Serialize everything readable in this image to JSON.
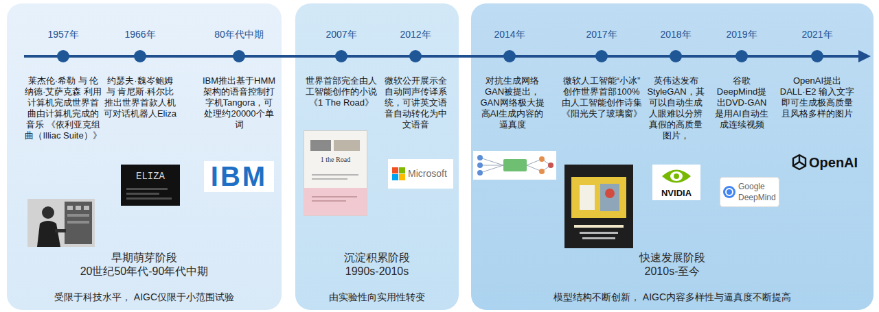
{
  "diagram": {
    "nodes": [
      {
        "text": [
          "早期萌芽阶段",
          "20世纪50年代-90年代中期",
          "受限于科技水平， AIGC仅限于小范围试验"
        ]
      },
      {
        "text": [
          "沉淀积累阶段",
          "1990s-2010s",
          "由实验性向实用性转变"
        ]
      },
      {
        "text": [
          "快速发展阶段",
          "2010s-至今",
          "模型结构不断创新， AIGC内容多样性与逼真度不断提高"
        ]
      }
    ],
    "labels": [
      "1957年",
      "莱杰伦·希勒 与 伦纳德·艾萨克森 利用计算机完成世界首曲由计算机完成的音乐 《依利亚克组曲（Illiac Suite）》",
      "1966年",
      "约瑟夫·魏岑鲍姆 与 肯尼斯·科尔比 推出世界首款人机可对话机器人Eliza",
      "ELIZA",
      "80年代中期",
      "IBM推出基于HMM架构的语音控制打字机Tangora，可处理约20000个单词",
      "IBM",
      "2007年",
      "世界首部完全由人工智能创作的小说《1 The Road》",
      "1 the Road",
      "2012年",
      "微软公开展示全自动同声传译系统，可讲英文语音自动转化为中文语音",
      "Microsoft",
      "2014年",
      "对抗生成网络GAN被提出，GAN网络极大提高AI生成内容的逼真度",
      "2017年",
      "微软人工智能“小冰”创作世界首部100%由人工智能创作诗集《阳光失了玻璃窗》",
      "2018年",
      "英伟达发布StyleGAN，其可以自动生成人眼难以分辨真假的高质量图片，",
      "NVIDIA",
      "2019年",
      "谷歌DeepMind提出DVD-GAN是用AI自动生成连续视频",
      "Google DeepMind",
      "2021年",
      "OpenAI提出DALL·E2 输入文字即可生成极高质量且风格多样的图片",
      "OpenAI"
    ]
  }
}
